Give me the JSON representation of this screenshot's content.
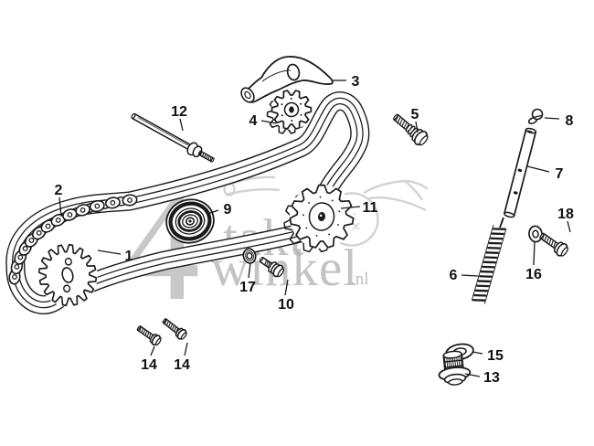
{
  "colors": {
    "ink": "#1a1a1a",
    "background": "#ffffff",
    "watermark_text": "#b3b3b3",
    "watermark_silhouette": "#d3d3d3"
  },
  "watermark": {
    "big_digit": "4",
    "word_top": "takt",
    "word_bottom": "winkel",
    "suffix": ".nl"
  },
  "labels": [
    {
      "text": "1"
    },
    {
      "text": "2"
    },
    {
      "text": "3"
    },
    {
      "text": "4"
    },
    {
      "text": "5"
    },
    {
      "text": "6"
    },
    {
      "text": "7"
    },
    {
      "text": "8"
    },
    {
      "text": "9"
    },
    {
      "text": "10"
    },
    {
      "text": "11"
    },
    {
      "text": "12"
    },
    {
      "text": "13"
    },
    {
      "text": "14"
    },
    {
      "text": "14"
    },
    {
      "text": "15"
    },
    {
      "text": "16"
    },
    {
      "text": "17"
    },
    {
      "text": "18"
    }
  ]
}
